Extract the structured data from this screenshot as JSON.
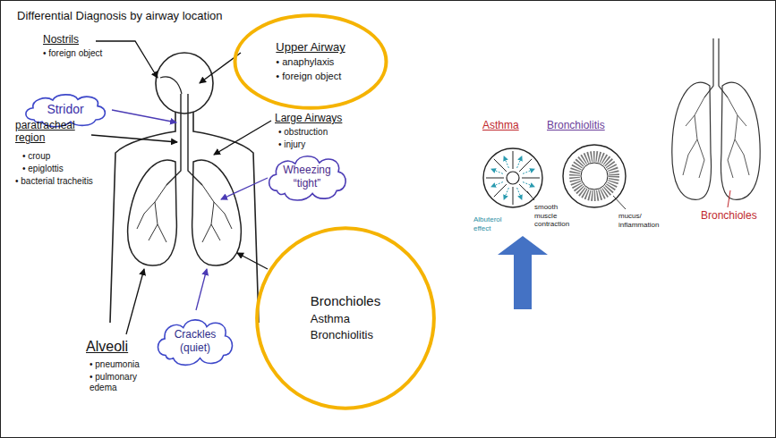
{
  "diagram": {
    "title": "Differential Diagnosis by airway location",
    "nodes": [
      {
        "text": [
          "Upper Airway",
          "• anaphylaxis",
          "• foreign object"
        ]
      },
      {
        "text": [
          "Stridor"
        ]
      },
      {
        "text": [
          "Wheezing “tight”"
        ]
      },
      {
        "text": [
          "Crackles (quiet)"
        ]
      },
      {
        "text": [
          "Bronchioles",
          "Asthma",
          "Bronchiolitis"
        ]
      }
    ],
    "labels": [
      "Nostrils",
      "• foreign object",
      "paratracheal region",
      "• croup",
      "• epiglottis",
      "• bacterial tracheitis",
      "Large Airways",
      "• obstruction",
      "• injury",
      "Alveoli",
      "• pneumonia",
      "• pulmonary edema",
      "Asthma",
      "Bronchiolitis",
      "Albuterol effect",
      "smooth muscle contraction",
      "mucus/ inflammation",
      "Bronchioles"
    ]
  }
}
